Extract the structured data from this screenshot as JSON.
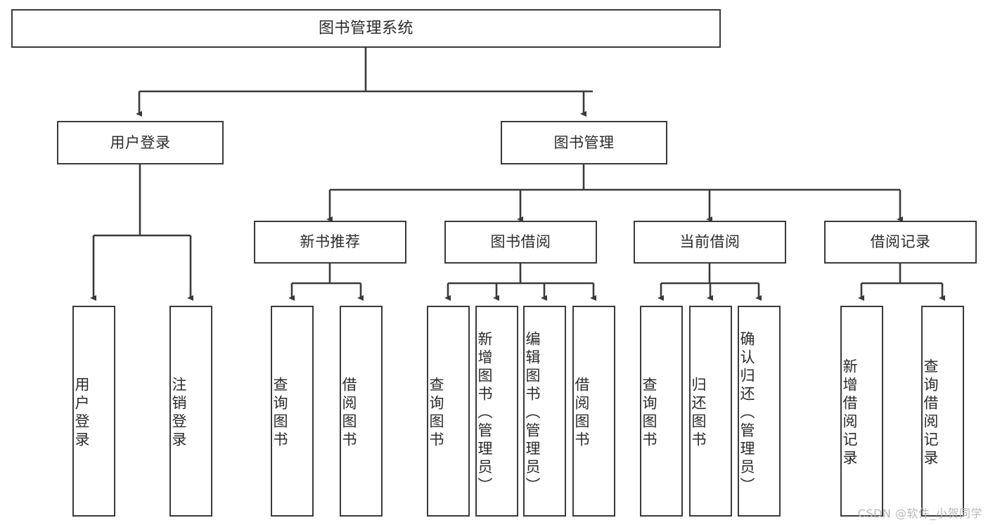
{
  "diagram": {
    "title": "图书管理系统",
    "type": "tree",
    "colors": {
      "stroke": "#3a3a3a",
      "fill": "#ffffff",
      "text": "#2b2b2b",
      "watermark": "#b9b9b9"
    },
    "watermark": "CSDN @软件_小贺同学",
    "nodes": {
      "root": {
        "label": "图书管理系统"
      },
      "level1": [
        {
          "label": "用户登录"
        },
        {
          "label": "图书管理"
        }
      ],
      "level2": [
        {
          "label": "新书推荐"
        },
        {
          "label": "图书借阅"
        },
        {
          "label": "当前借阅"
        },
        {
          "label": "借阅记录"
        }
      ],
      "leaves": {
        "user_login": [
          {
            "label": "用户登录"
          },
          {
            "label": "注销登录"
          }
        ],
        "new_book": [
          {
            "label": "查询图书"
          },
          {
            "label": "借阅图书"
          }
        ],
        "book_borrow": [
          {
            "label": "查询图书"
          },
          {
            "label": "新增图书（管理员）"
          },
          {
            "label": "编辑图书（管理员）"
          },
          {
            "label": "借阅图书"
          }
        ],
        "current_borrow": [
          {
            "label": "查询图书"
          },
          {
            "label": "归还图书"
          },
          {
            "label": "确认归还（管理员）"
          }
        ],
        "borrow_record": [
          {
            "label": "新增借阅记录"
          },
          {
            "label": "查询借阅记录"
          }
        ]
      }
    }
  }
}
